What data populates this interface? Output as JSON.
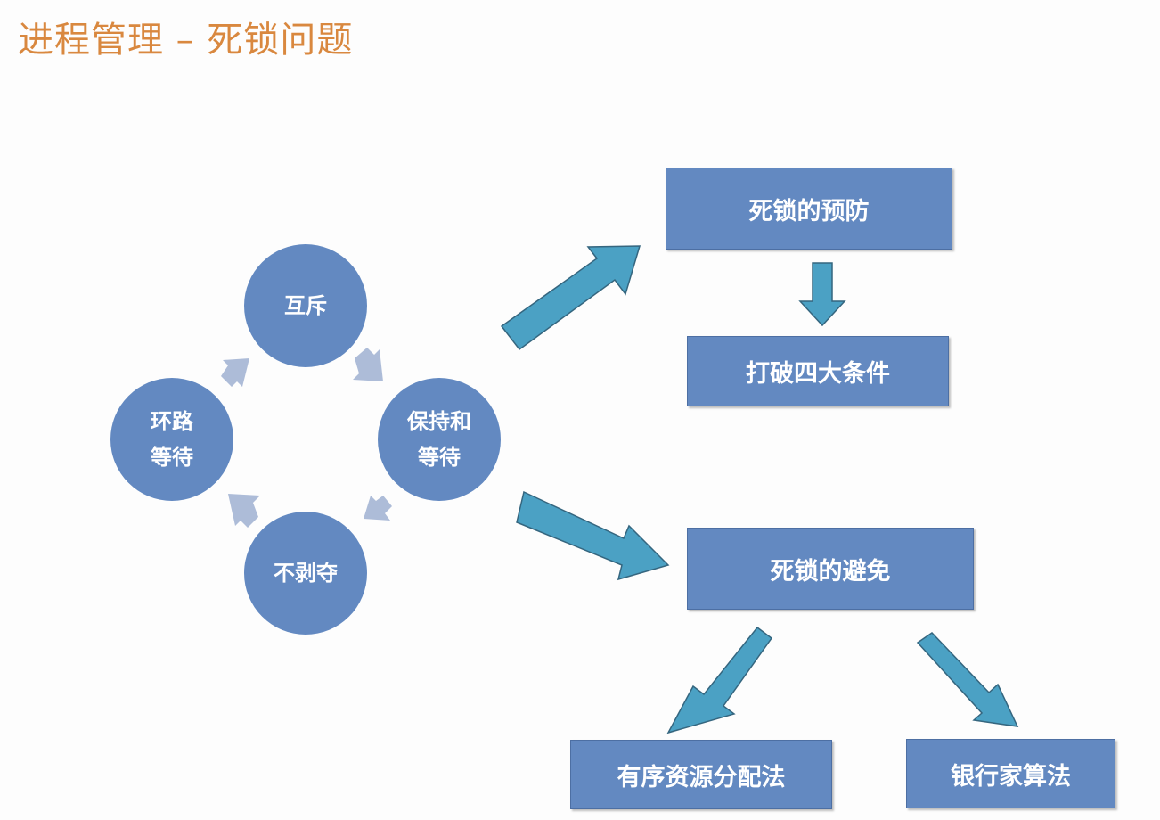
{
  "title": "进程管理 – 死锁问题",
  "colors": {
    "title": "#d9883f",
    "shape_fill": "#6389c1",
    "cycle_arrow": "#adbcd8",
    "big_arrow": "#4ba1c4"
  },
  "conditions": [
    {
      "label": "互斥"
    },
    {
      "label": "保持和\n等待"
    },
    {
      "label": "不剥夺"
    },
    {
      "label": "环路\n等待"
    }
  ],
  "boxes": {
    "prevention": "死锁的预防",
    "break_conditions": "打破四大条件",
    "avoidance": "死锁的避免",
    "ordered_allocation": "有序资源分配法",
    "bankers_algorithm": "银行家算法"
  }
}
